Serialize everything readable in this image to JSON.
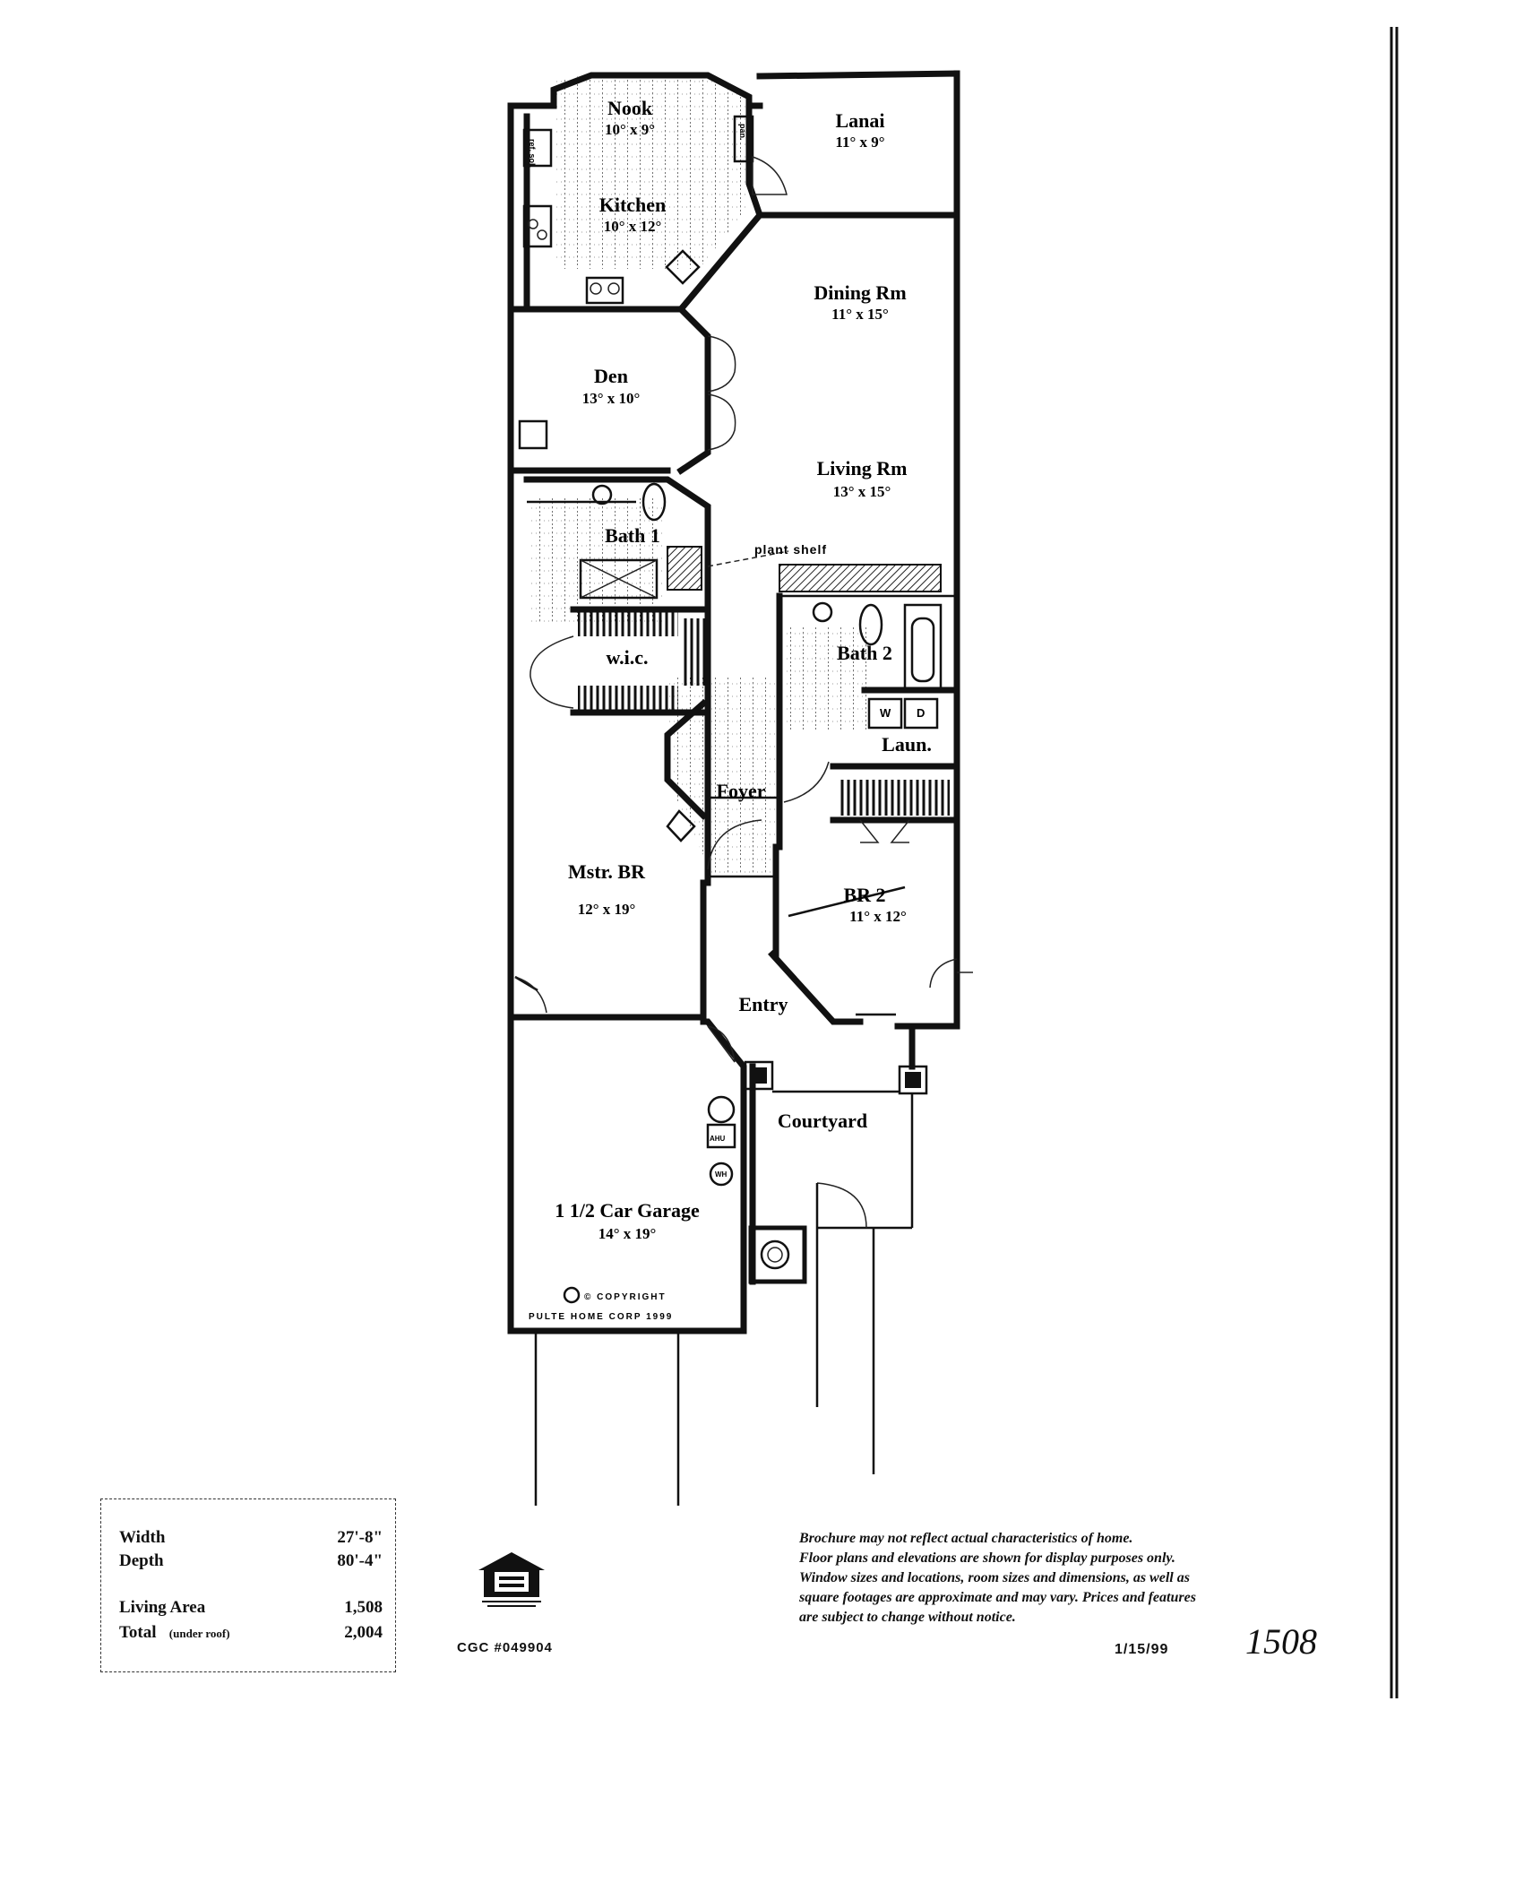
{
  "rooms": {
    "nook": {
      "name": "Nook",
      "size": "10° x 9°"
    },
    "lanai": {
      "name": "Lanai",
      "size": "11° x 9°"
    },
    "kitchen": {
      "name": "Kitchen",
      "size": "10° x 12°"
    },
    "dining": {
      "name": "Dining Rm",
      "size": "11° x 15°"
    },
    "den": {
      "name": "Den",
      "size": "13° x 10°"
    },
    "living": {
      "name": "Living Rm",
      "size": "13° x 15°"
    },
    "bath1": {
      "name": "Bath 1"
    },
    "bath2": {
      "name": "Bath 2"
    },
    "wic": {
      "name": "w.i.c."
    },
    "laun": {
      "name": "Laun."
    },
    "foyer": {
      "name": "Foyer"
    },
    "master": {
      "name": "Mstr. BR",
      "size": "12° x 19°"
    },
    "br2": {
      "name": "BR 2",
      "size": "11° x 12°"
    },
    "entry": {
      "name": "Entry"
    },
    "courtyard": {
      "name": "Courtyard"
    },
    "garage": {
      "name": "1 1/2 Car Garage",
      "size": "14° x 19°"
    }
  },
  "annotations": {
    "plant_shelf": "plant shelf",
    "copyright_line1": "© COPYRIGHT",
    "copyright_line2": "PULTE HOME CORP 1999",
    "washer": "W",
    "dryer": "D",
    "ref": "ref. sol.",
    "pan": "pan.",
    "wh": "WH",
    "ahu": "AHU"
  },
  "specs": {
    "width_label": "Width",
    "width_value": "27'-8\"",
    "depth_label": "Depth",
    "depth_value": "80'-4\"",
    "living_label": "Living Area",
    "living_value": "1,508",
    "total_label": "Total",
    "total_sub": "(under roof)",
    "total_value": "2,004"
  },
  "license": "CGC #049904",
  "disclaimer": [
    "Brochure may not reflect actual characteristics of home.",
    "Floor plans and elevations are shown for display purposes only.",
    "Window sizes and locations, room sizes and dimensions, as well as",
    "square footages are approximate and may vary. Prices and features",
    "are subject to change without notice."
  ],
  "date": "1/15/99",
  "model_number": "1508"
}
